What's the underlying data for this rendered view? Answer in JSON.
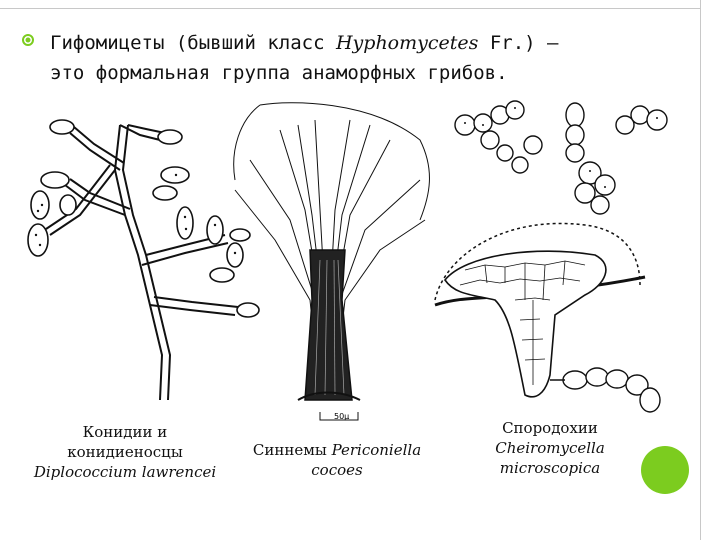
{
  "slide": {
    "title_line1_pre": "Гифомицеты (бывший класс ",
    "title_line1_italic": "Hyphomycetes",
    "title_line1_post": " Fr.) –",
    "title_line2": "это формальная группа анаморфных грибов.",
    "bullet_color": "#7ccc1f"
  },
  "figures": {
    "left": {
      "caption_line1": "Конидии и",
      "caption_line2": "конидиеносцы",
      "caption_line3": "Diplococcium lawrencei"
    },
    "middle": {
      "caption_pre": "Синнемы ",
      "caption_italic1": "Periconiella",
      "caption_italic2": "cocoes",
      "scale_label": "50μ"
    },
    "right": {
      "caption_line1": "Спородохии",
      "caption_line2": "Cheiromycella",
      "caption_line3": "microscopica"
    }
  },
  "colors": {
    "accent": "#7ccc1f",
    "border": "#c8c8c8"
  }
}
